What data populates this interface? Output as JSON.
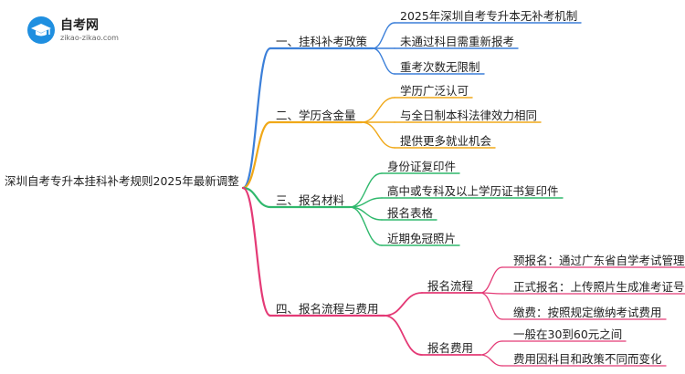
{
  "logo": {
    "title": "自考网",
    "subtitle": "zikao-zikao.com"
  },
  "root": "深圳自考专升本挂科补考规则2025年最新调整",
  "branches": [
    {
      "label": "一、挂科补考政策",
      "color": "#3b7fd9",
      "children": [
        "2025年深圳自考专升本无补考机制",
        "未通过科目需重新报考",
        "重考次数无限制"
      ]
    },
    {
      "label": "二、学历含金量",
      "color": "#f0a818",
      "children": [
        "学历广泛认可",
        "与全日制本科法律效力相同",
        "提供更多就业机会"
      ]
    },
    {
      "label": "三、报名材料",
      "color": "#2fb86c",
      "children": [
        "身份证复印件",
        "高中或专科及以上学历证书复印件",
        "报名表格",
        "近期免冠照片"
      ]
    },
    {
      "label": "四、报名流程与费用",
      "color": "#e43a76",
      "groups": [
        {
          "label": "报名流程",
          "children": [
            "预报名：通过广东省自学考试管理系统",
            "正式报名：上传照片生成准考证号",
            "缴费：按照规定缴纳考试费用"
          ]
        },
        {
          "label": "报名费用",
          "children": [
            "一般在30到60元之间",
            "费用因科目和政策不同而变化"
          ]
        }
      ]
    }
  ]
}
